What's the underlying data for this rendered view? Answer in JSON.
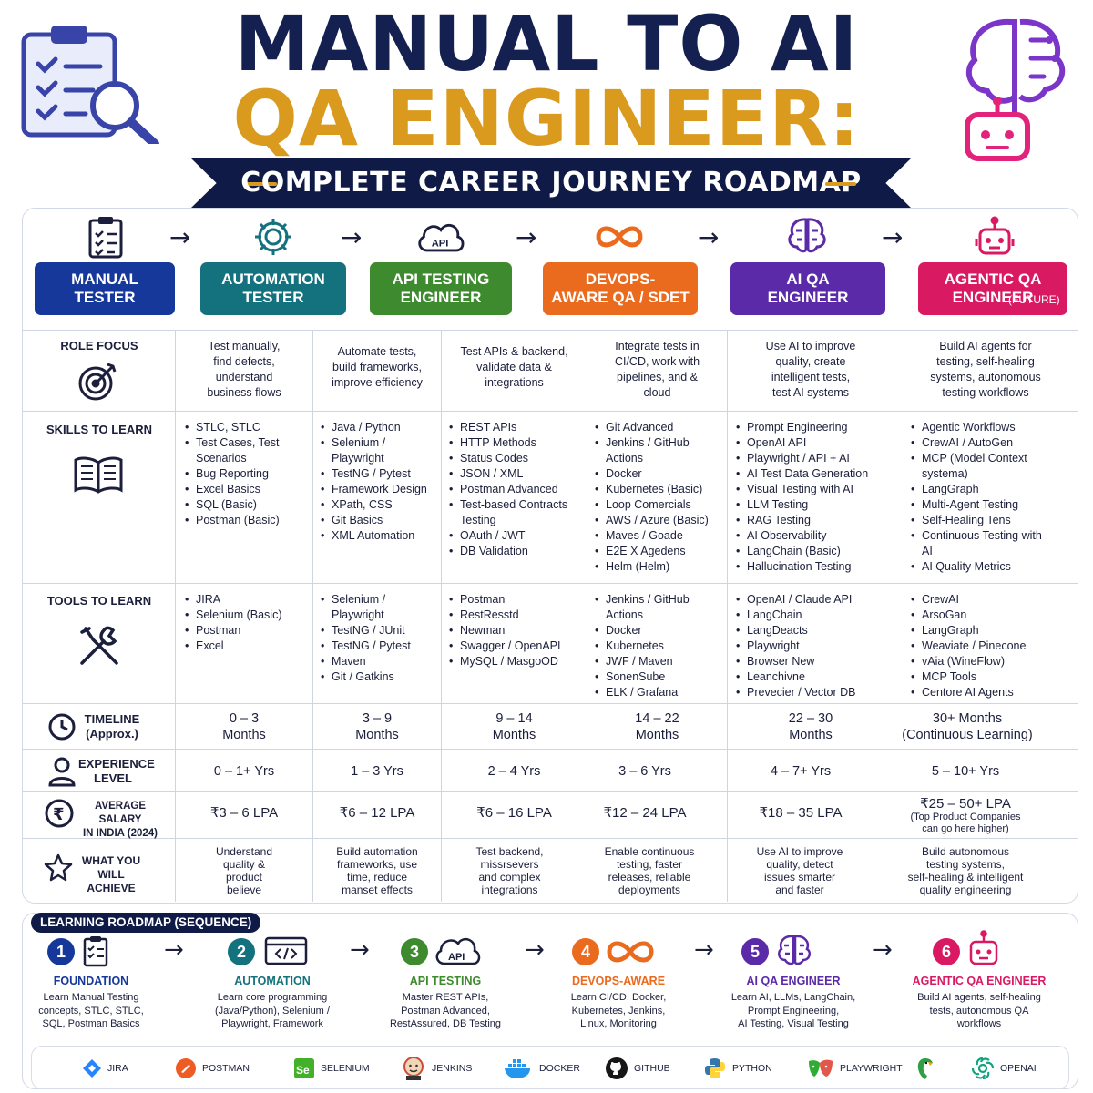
{
  "header": {
    "title_line1": "MANUAL TO AI",
    "title_line2": "QA ENGINEER:",
    "subtitle": "COMPLETE CAREER JOURNEY ROADMAP",
    "colors": {
      "navy": "#14204f",
      "gold": "#d99a1e"
    }
  },
  "stages": [
    {
      "label": "MANUAL\nTESTER",
      "color": "#16389a",
      "icon": "clipboard-icon"
    },
    {
      "label": "AUTOMATION\nTESTER",
      "color": "#14727e",
      "icon": "gear-icon"
    },
    {
      "label": "API TESTING\nENGINEER",
      "color": "#3d8a2f",
      "icon": "api-cloud-icon"
    },
    {
      "label": "DEVOPS-\nAWARE QA / SDET",
      "color": "#ea6a1e",
      "icon": "infinity-icon"
    },
    {
      "label": "AI QA\nENGINEER",
      "color": "#5b2aa8",
      "icon": "brain-icon"
    },
    {
      "label": "AGENTIC QA\nENGINEER",
      "label_suffix": "(FUTURE)",
      "color": "#d91a63",
      "icon": "robot-icon"
    }
  ],
  "rows": {
    "role_focus": {
      "label": "ROLE FOCUS",
      "values": [
        "Test manually,\nfind defects,\nunderstand\nbusiness flows",
        "Automate tests,\nbuild frameworks,\nimprove efficiency",
        "Test APIs & backend,\nvalidate data &\nintegrations",
        "Integrate tests in\nCI/CD, work with\npipelines, and &\ncloud",
        "Use AI to improve\nquality, create\nintelligent tests,\ntest AI systems",
        "Build AI agents for\ntesting, self-healing\nsystems, autonomous\ntesting workflows"
      ]
    },
    "skills": {
      "label": "SKILLS TO LEARN",
      "values": [
        [
          "STLC, STLC",
          "Test Cases, Test Scenarios",
          "Bug Reporting",
          "Excel Basics",
          "SQL (Basic)",
          "Postman (Basic)"
        ],
        [
          "Java / Python",
          "Selenium / Playwright",
          "TestNG / Pytest",
          "Framework Design",
          "XPath, CSS",
          "Git Basics",
          "XML Automation"
        ],
        [
          "REST APIs",
          "HTTP Methods",
          "Status Codes",
          "JSON / XML",
          "Postman Advanced",
          "Test-based Contracts Testing",
          "OAuth / JWT",
          "DB Validation"
        ],
        [
          "Git Advanced",
          "Jenkins / GitHub Actions",
          "Docker",
          "Kubernetes (Basic)",
          "Loop Comercials",
          "AWS / Azure (Basic)",
          "Maves / Goade",
          "E2E X Agedens",
          "Helm (Helm)"
        ],
        [
          "Prompt Engineering",
          "OpenAI API",
          "Playwright / API + AI",
          "AI Test Data Generation",
          "Visual Testing with AI",
          "LLM Testing",
          "RAG Testing",
          "AI Observability",
          "LangChain (Basic)",
          "Hallucination Testing"
        ],
        [
          "Agentic Workflows",
          "CrewAI / AutoGen",
          "MCP (Model Context systema)",
          "LangGraph",
          "Multi-Agent Testing",
          "Self-Healing Tens",
          "Continuous Testing with AI",
          "AI Quality Metrics"
        ]
      ]
    },
    "tools": {
      "label": "TOOLS TO LEARN",
      "values": [
        [
          "JIRA",
          "Selenium (Basic)",
          "Postman",
          "Excel"
        ],
        [
          "Selenium / Playwright",
          "TestNG / JUnit",
          "TestNG / Pytest",
          "Maven",
          "Git / Gatkins"
        ],
        [
          "Postman",
          "RestResstd",
          "Newman",
          "Swagger / OpenAPI",
          "MySQL / MasgoOD"
        ],
        [
          "Jenkins / GitHub Actions",
          "Docker",
          "Kubernetes",
          "JWF / Maven",
          "SonenSube",
          "ELK / Grafana"
        ],
        [
          "OpenAI / Claude API",
          "LangChain",
          "LangDeacts",
          "Playwright",
          "Browser New",
          "Leanchivne",
          "Prevecier / Vector DB"
        ],
        [
          "CrewAI",
          "ArsoGan",
          "LangGraph",
          "Weaviate / Pinecone",
          "vAia (WineFlow)",
          "MCP Tools",
          "Centore AI Agents"
        ]
      ]
    },
    "timeline": {
      "label": "TIMELINE\n(Approx.)",
      "values": [
        "0 – 3\nMonths",
        "3 – 9\nMonths",
        "9 – 14\nMonths",
        "14 – 22\nMonths",
        "22 – 30\nMonths",
        "30+ Months\n(Continuous Learning)"
      ]
    },
    "experience": {
      "label": "EXPERIENCE\nLEVEL",
      "values": [
        "0 – 1+ Yrs",
        "1 – 3 Yrs",
        "2 – 4 Yrs",
        "3 – 6 Yrs",
        "4 – 7+ Yrs",
        "5 – 10+ Yrs"
      ]
    },
    "salary": {
      "label": "AVERAGE SALARY\nIN INDIA (2024)",
      "values": [
        "₹3 – 6 LPA",
        "₹6 – 12 LPA",
        "₹6 – 16 LPA",
        "₹12 – 24 LPA",
        "₹18 – 35 LPA",
        "₹25 – 50+ LPA"
      ],
      "note": "(Top Product Companies\ncan go here higher)"
    },
    "achieve": {
      "label": "WHAT YOU\nWILL ACHIEVE",
      "values": [
        "Understand\nquality &\nproduct\nbelieve",
        "Build automation\nframeworks, use\ntime, reduce\nmanset effects",
        "Test backend,\nmissrsevers\nand complex\nintegrations",
        "Enable continuous\ntesting, faster\nreleases, reliable\ndeployments",
        "Use AI to improve\nquality, detect\nissues smarter\nand faster",
        "Build autonomous\ntesting systems,\nself-healing & intelligent\nquality engineering"
      ]
    }
  },
  "roadmap": {
    "tag": "LEARNING ROADMAP (SEQUENCE)",
    "steps": [
      {
        "num": "1",
        "title": "FOUNDATION",
        "desc": "Learn Manual Testing\nconcepts, STLC, STLC,\nSQL, Postman Basics",
        "color": "#16389a"
      },
      {
        "num": "2",
        "title": "AUTOMATION",
        "desc": "Learn core programming\n(Java/Python), Selenium /\nPlaywright, Framework",
        "color": "#14727e"
      },
      {
        "num": "3",
        "title": "API TESTING",
        "desc": "Master REST APIs,\nPostman Advanced,\nRestAssured, DB Testing",
        "color": "#3d8a2f"
      },
      {
        "num": "4",
        "title": "DEVOPS-AWARE",
        "desc": "Learn CI/CD, Docker,\nKubernetes, Jenkins,\nLinux, Monitoring",
        "color": "#ea6a1e"
      },
      {
        "num": "5",
        "title": "AI QA ENGINEER",
        "desc": "Learn AI, LLMs, LangChain,\nPrompt Engineering,\nAI Testing, Visual Testing",
        "color": "#5b2aa8"
      },
      {
        "num": "6",
        "title": "AGENTIC QA ENGINEER",
        "desc": "Build AI agents, self-healing\ntests, autonomous QA\nworkflows",
        "color": "#d91a63"
      }
    ]
  },
  "tools_bar": [
    {
      "name": "JIRA",
      "icon": "jira-icon",
      "color": "#2684ff"
    },
    {
      "name": "POSTMAN",
      "icon": "postman-icon",
      "color": "#ef5b25"
    },
    {
      "name": "SELENIUM",
      "icon": "selenium-icon",
      "color": "#43b02a"
    },
    {
      "name": "JENKINS",
      "icon": "jenkins-icon",
      "color": "#d24939"
    },
    {
      "name": "DOCKER",
      "icon": "docker-icon",
      "color": "#2496ed"
    },
    {
      "name": "GITHUB",
      "icon": "github-icon",
      "color": "#181717"
    },
    {
      "name": "PYTHON",
      "icon": "python-icon",
      "color": "#3776ab"
    },
    {
      "name": "PLAYWRIGHT",
      "icon": "playwright-icon",
      "color": "#2ead33"
    },
    {
      "name": "",
      "icon": "parrot-icon",
      "color": "#2f9e44"
    },
    {
      "name": "OPENAI",
      "icon": "openai-icon",
      "color": "#10a37f"
    }
  ]
}
